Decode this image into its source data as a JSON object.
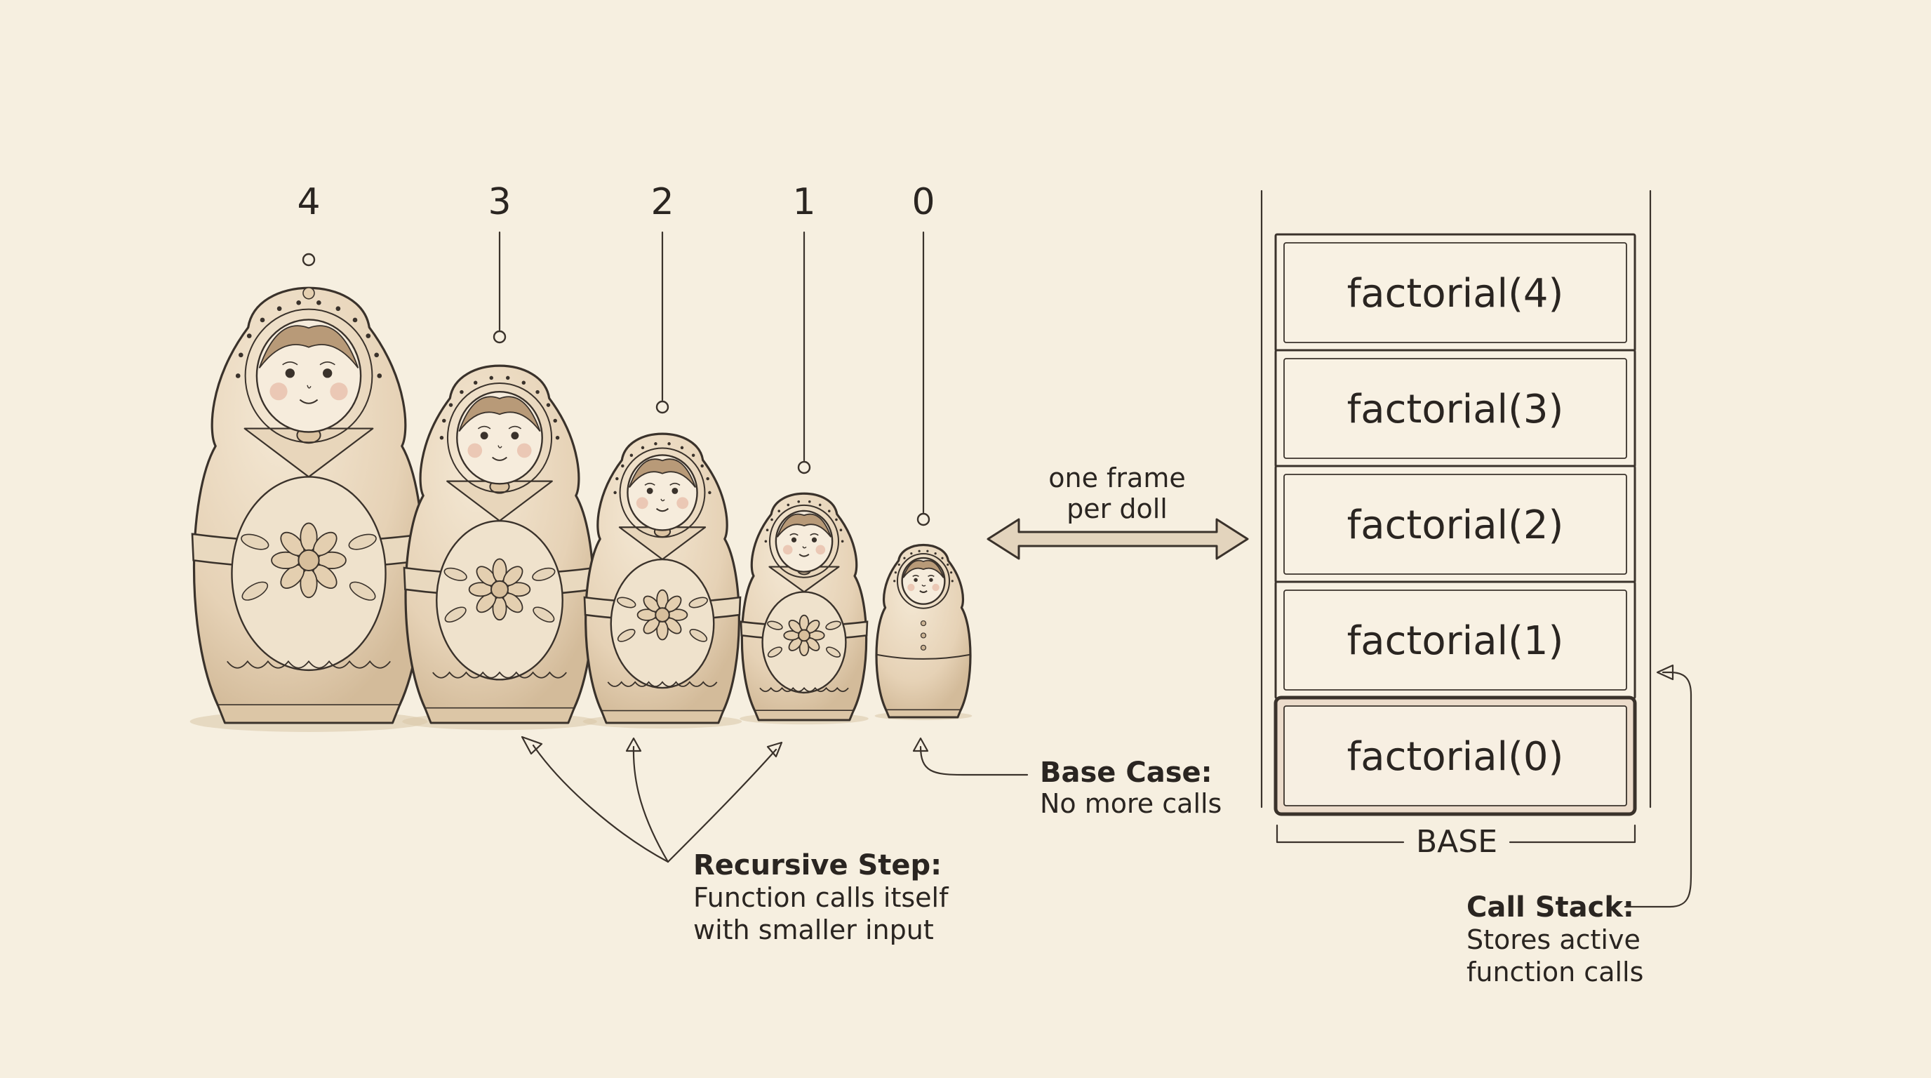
{
  "dolls": [
    {
      "label": "4",
      "size": 4
    },
    {
      "label": "3",
      "size": 3
    },
    {
      "label": "2",
      "size": 2
    },
    {
      "label": "1",
      "size": 1
    },
    {
      "label": "0",
      "size": 0
    }
  ],
  "arrow_caption": [
    "one frame",
    "per doll"
  ],
  "stack": {
    "frames": [
      "factorial(4)",
      "factorial(3)",
      "factorial(2)",
      "factorial(1)",
      "factorial(0)"
    ],
    "base_label": "BASE"
  },
  "annotations": {
    "recursive_step": {
      "title": "Recursive Step:",
      "lines": [
        "Function calls itself",
        "with smaller input"
      ]
    },
    "base_case": {
      "title": "Base Case:",
      "lines": [
        "No more calls"
      ]
    },
    "call_stack": {
      "title": "Call Stack:",
      "lines": [
        "Stores active",
        "function calls"
      ]
    }
  },
  "colors": {
    "background": "#f6efe0",
    "ink": "#3a322b",
    "doll_fill": "#ead9c0",
    "frame_fill": "#f8f1e3",
    "base_frame_fill": "#ecdccb"
  }
}
